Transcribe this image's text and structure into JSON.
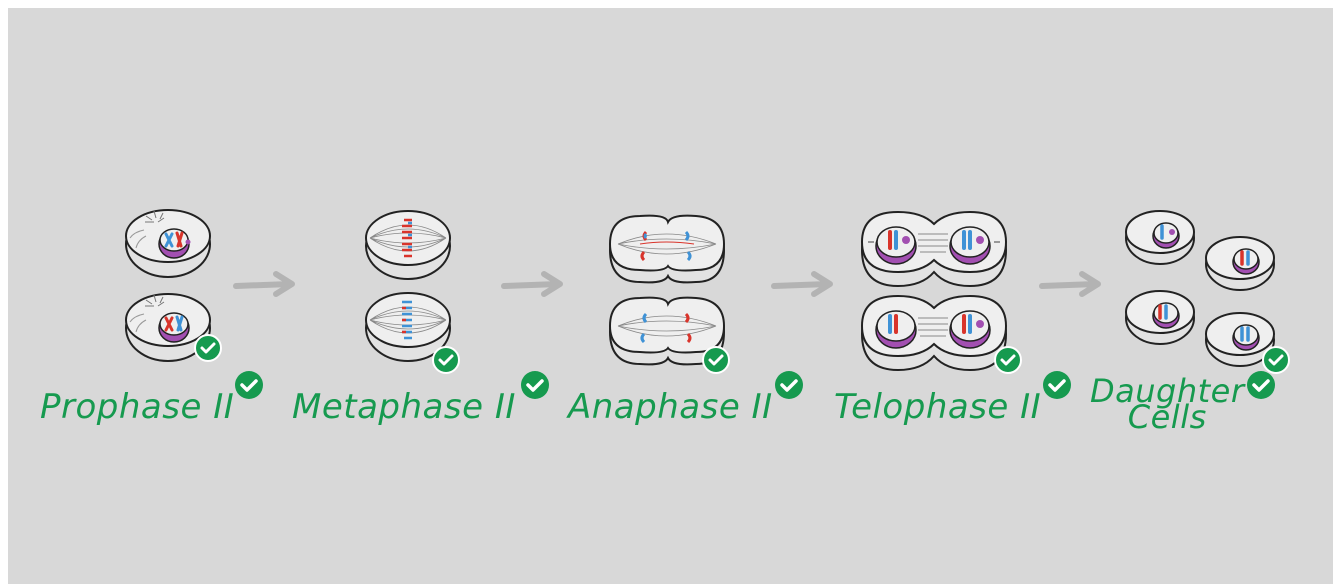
{
  "stages": [
    {
      "label": "Prophase II"
    },
    {
      "label": "Metaphase II"
    },
    {
      "label": "Anaphase II"
    },
    {
      "label": "Telophase II"
    },
    {
      "label_lines": [
        "Daughter",
        "Cells"
      ]
    }
  ],
  "colors": {
    "background": "#d8d8d8",
    "label_text": "#169a4f",
    "check_badge": "#169a4f",
    "arrow": "#b3b3b3",
    "cell_fill": "#eeeeee",
    "cell_outline": "#222222",
    "nucleus_purple": "#a24fb1",
    "chromosome_red": "#d9342b",
    "chromosome_blue": "#3f92d6"
  },
  "icons": {
    "check": "check-circle-icon",
    "arrow": "right-arrow-icon"
  }
}
